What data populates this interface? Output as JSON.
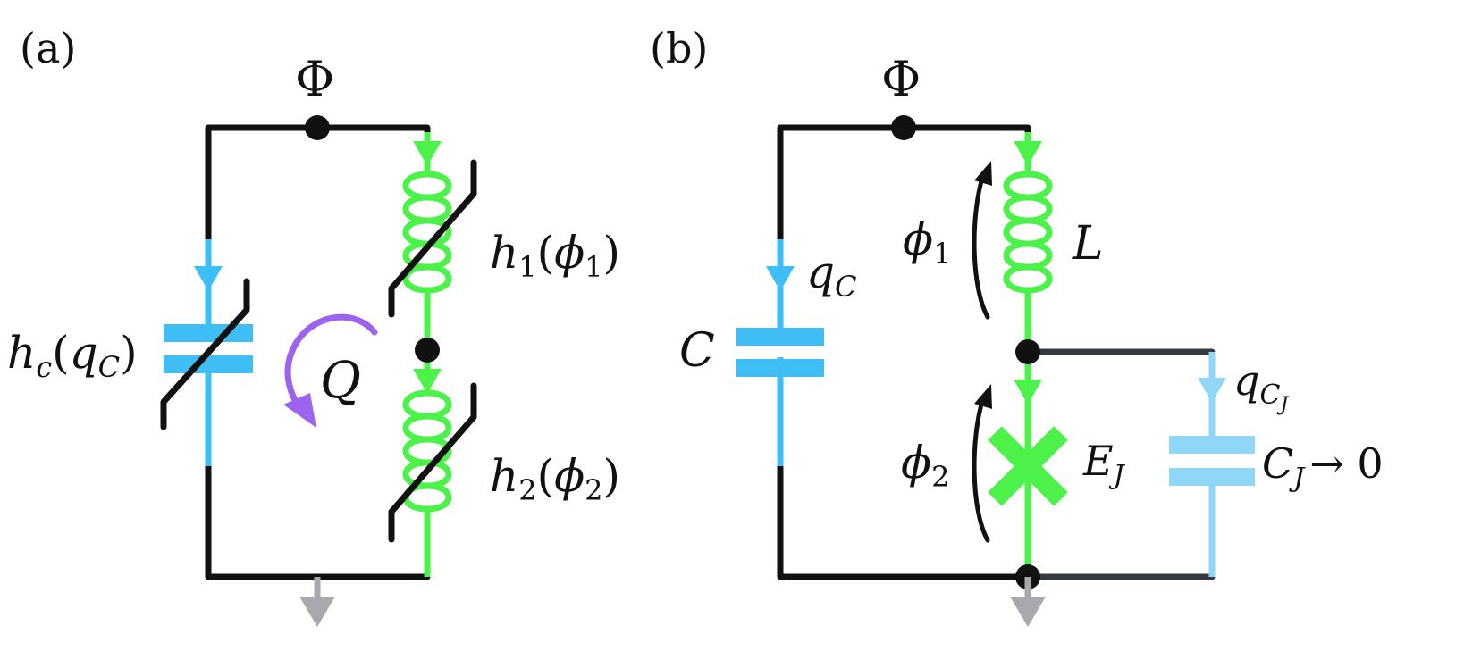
{
  "panels": {
    "a": {
      "label": "(a)",
      "flux": "Φ",
      "capacitor": {
        "base": "h",
        "sub": "c",
        "arg": "q",
        "argsub": "C"
      },
      "inductor1": {
        "base": "h",
        "sub": "1",
        "arg": "ϕ",
        "argsub": "1"
      },
      "inductor2": {
        "base": "h",
        "sub": "2",
        "arg": "ϕ",
        "argsub": "2"
      },
      "loop_charge": "Q"
    },
    "b": {
      "label": "(b)",
      "flux": "Φ",
      "charge_c": {
        "base": "q",
        "sub": "C"
      },
      "capacitor": "C",
      "phi1": {
        "base": "ϕ",
        "sub": "1"
      },
      "inductor": "L",
      "phi2": {
        "base": "ϕ",
        "sub": "2"
      },
      "junction": {
        "base": "E",
        "sub": "J"
      },
      "charge_cj": {
        "base": "q",
        "sub": "C",
        "subsub": "J"
      },
      "cap_j": {
        "base": "C",
        "sub": "J",
        "rest": "→ 0"
      }
    }
  },
  "colors": {
    "wire": "#111111",
    "capacitor": "#3fbdf5",
    "inductor": "#4cf24a",
    "loop_arrow": "#9c63ef",
    "ground": "#a7a9ad",
    "junction_cap": "#8fd6f7",
    "side_wire": "#353a42"
  }
}
